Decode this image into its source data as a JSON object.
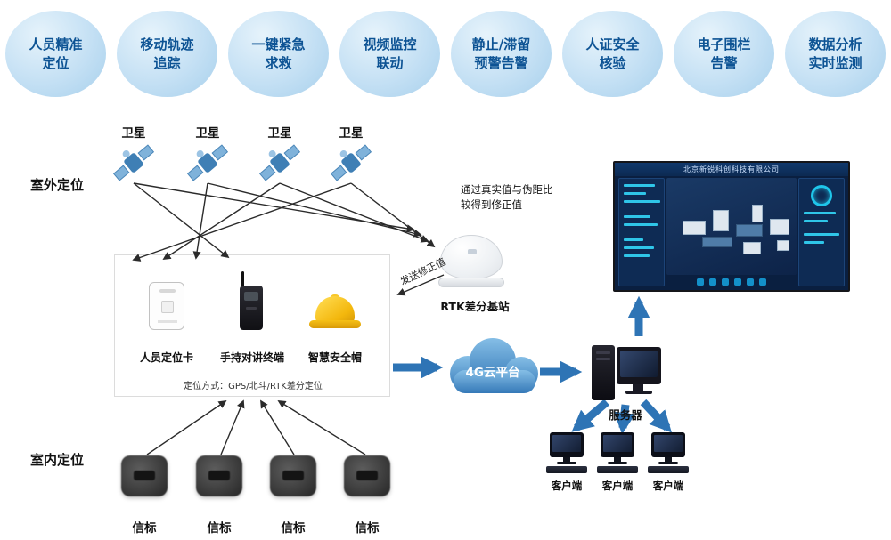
{
  "colors": {
    "accent_blue": "#2e74b5",
    "badge_text": "#0d5394",
    "helmet_yellow": "#f3b70d",
    "cloud_blue_light": "#85bee6",
    "cloud_blue_dark": "#3579b8",
    "dashboard_bg": "#0a1f40"
  },
  "badges": [
    {
      "line1": "人员精准",
      "line2": "定位"
    },
    {
      "line1": "移动轨迹",
      "line2": "追踪"
    },
    {
      "line1": "一键紧急",
      "line2": "求救"
    },
    {
      "line1": "视频监控",
      "line2": "联动"
    },
    {
      "line1": "静止/滞留",
      "line2": "预警告警"
    },
    {
      "line1": "人证安全",
      "line2": "核验"
    },
    {
      "line1": "电子围栏",
      "line2": "告警"
    },
    {
      "line1": "数据分析",
      "line2": "实时监测"
    }
  ],
  "sections": {
    "outdoor": "室外定位",
    "indoor": "室内定位"
  },
  "satellite": {
    "label": "卫星"
  },
  "devices": {
    "card": "人员定位卡",
    "intercom": "手持对讲终端",
    "helmet": "智慧安全帽",
    "box_note": "定位方式：GPS/北斗/RTK差分定位"
  },
  "rtk": {
    "station_label": "RTK差分基站",
    "note_line1": "通过真实值与伪距比",
    "note_line2": "较得到修正值",
    "send_label": "发送修正值"
  },
  "cloud": {
    "label": "4G云平台"
  },
  "server": {
    "label": "服务器"
  },
  "client": {
    "label": "客户端"
  },
  "beacon": {
    "label": "信标"
  },
  "dashboard": {
    "title": "北京新锐科创科技有限公司"
  }
}
